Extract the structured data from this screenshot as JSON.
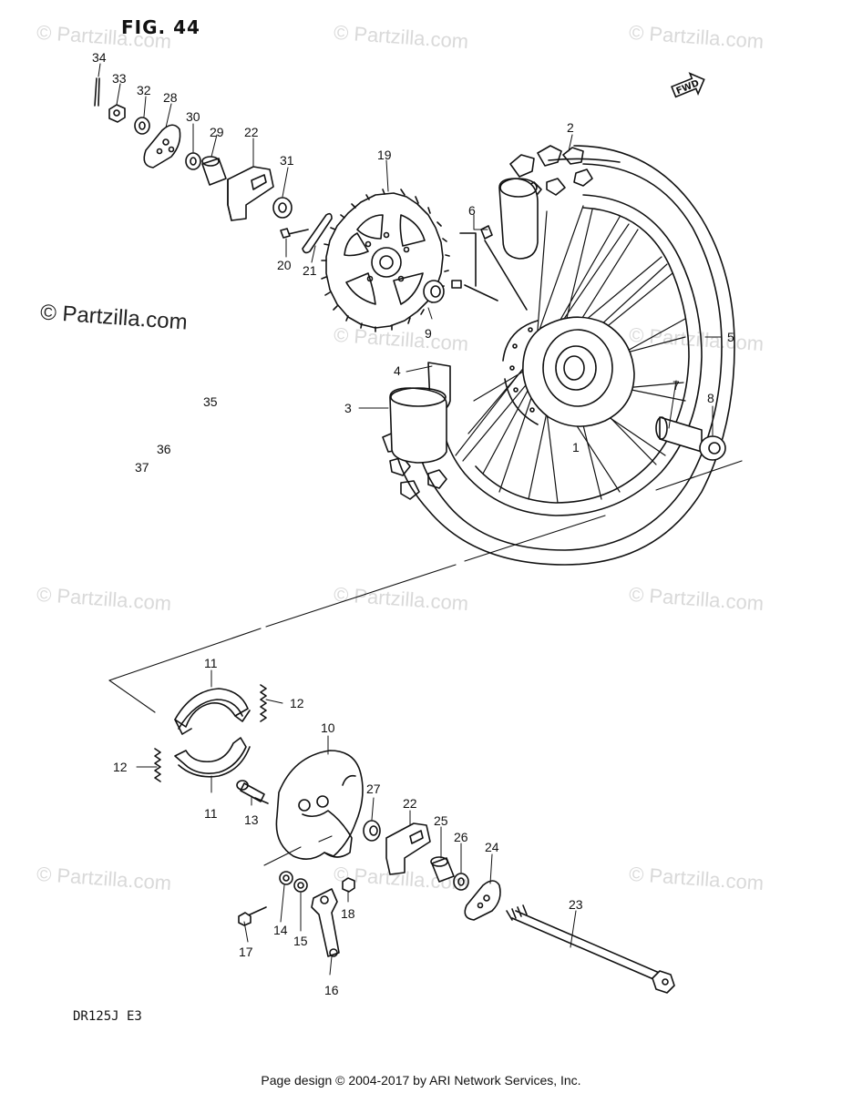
{
  "figure": {
    "title": "FIG. 44",
    "model_code": "DR125J  E3"
  },
  "fwd_label": "FWD",
  "watermark": {
    "text": "© Partzilla.com"
  },
  "footer": {
    "text": "Page design © 2004-2017 by ARI Network Services, Inc."
  },
  "callouts": {
    "p1": "1",
    "p2": "2",
    "p3": "3",
    "p4": "4",
    "p5": "5",
    "p6": "6",
    "p7": "7",
    "p8": "8",
    "p9": "9",
    "p10": "10",
    "p11a": "11",
    "p11b": "11",
    "p12a": "12",
    "p12b": "12",
    "p13": "13",
    "p14": "14",
    "p15": "15",
    "p16": "16",
    "p17": "17",
    "p18": "18",
    "p19": "19",
    "p20": "20",
    "p21": "21",
    "p22a": "22",
    "p22b": "22",
    "p23": "23",
    "p24": "24",
    "p25": "25",
    "p26": "26",
    "p27": "27",
    "p28": "28",
    "p29": "29",
    "p30": "30",
    "p31": "31",
    "p32": "32",
    "p33": "33",
    "p34": "34",
    "p35": "35",
    "p36": "36",
    "p37": "37"
  }
}
